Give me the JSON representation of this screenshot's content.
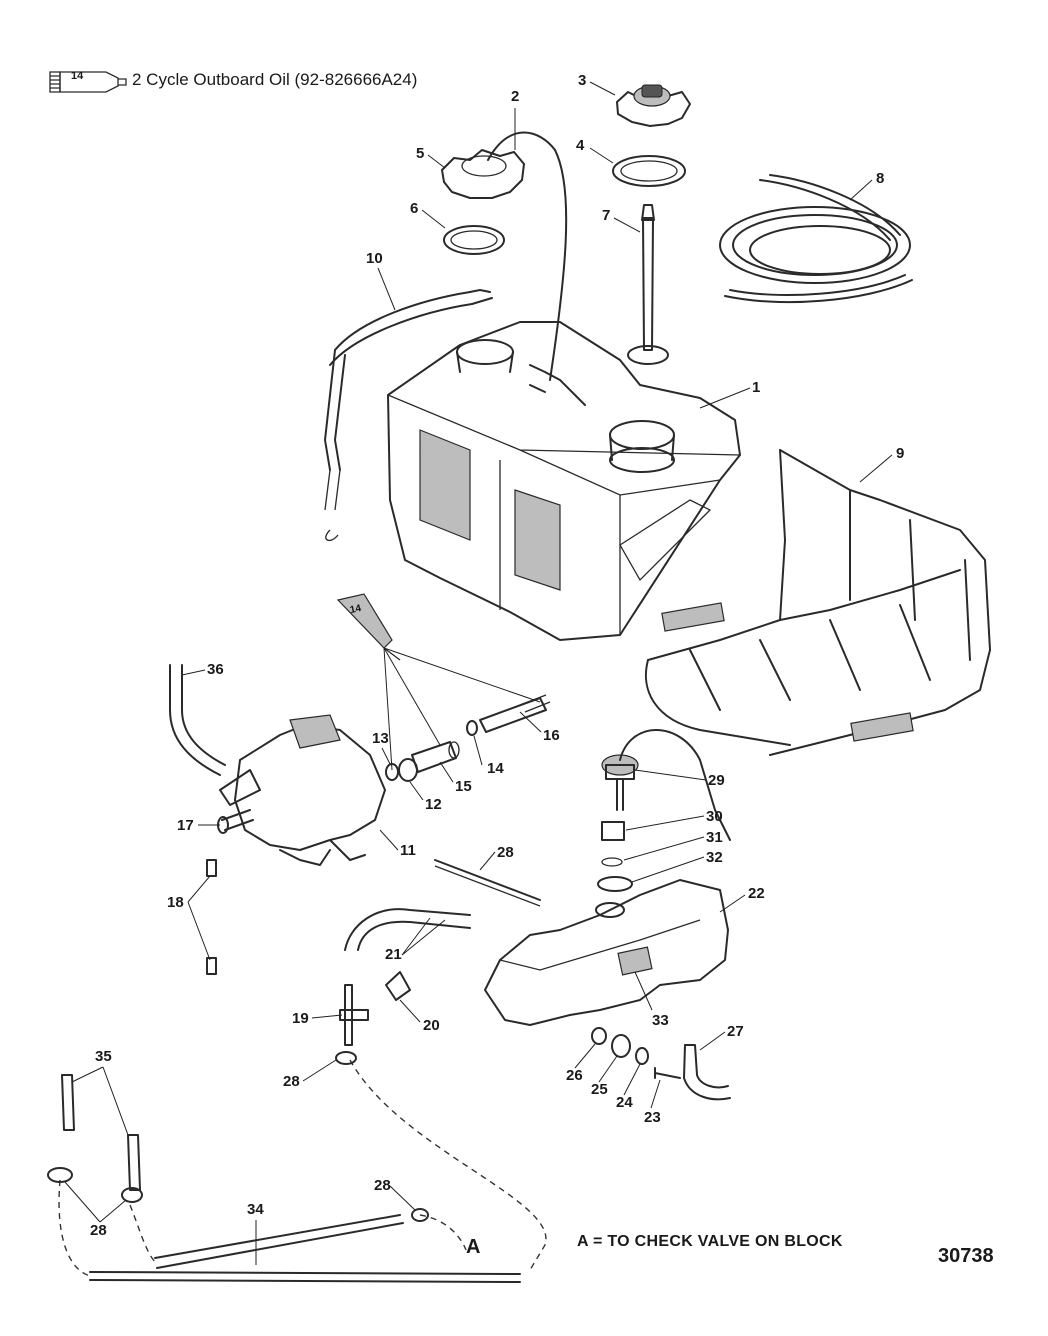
{
  "legend": {
    "tube_number": "14",
    "text": "2 Cycle Outboard Oil (92-826666A24)"
  },
  "callouts": [
    "1",
    "2",
    "3",
    "4",
    "5",
    "6",
    "7",
    "8",
    "9",
    "10",
    "11",
    "12",
    "13",
    "14",
    "14",
    "15",
    "16",
    "17",
    "18",
    "19",
    "20",
    "21",
    "22",
    "23",
    "24",
    "25",
    "26",
    "27",
    "28",
    "28",
    "28",
    "28",
    "29",
    "30",
    "31",
    "32",
    "33",
    "34",
    "35",
    "36"
  ],
  "connection_marker": "A",
  "tube_inline_number": "14",
  "note": "A = TO CHECK VALVE ON BLOCK",
  "figure_number": "30738"
}
